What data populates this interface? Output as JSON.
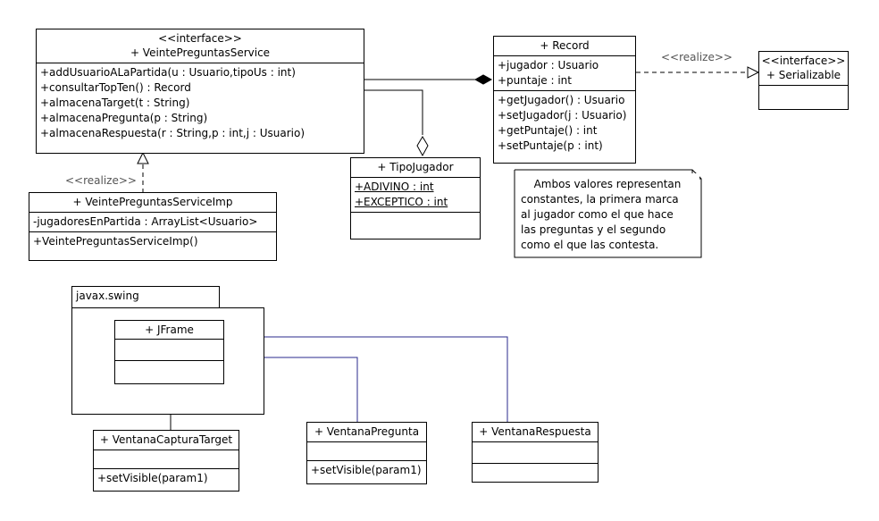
{
  "service": {
    "stereotype": "<<interface>>",
    "name": "+ VeintePreguntasService",
    "operations": [
      "+addUsuarioALaPartida(u : Usuario,tipoUs : int)",
      "+consultarTopTen() : Record",
      "+almacenaTarget(t : String)",
      "+almacenaPregunta(p : String)",
      "+almacenaRespuesta(r : String,p : int,j : Usuario)"
    ]
  },
  "record": {
    "name": "+ Record",
    "attributes": [
      "+jugador : Usuario",
      "+puntaje : int"
    ],
    "operations": [
      "+getJugador() : Usuario",
      "+setJugador(j : Usuario)",
      "+getPuntaje() : int",
      "+setPuntaje(p : int)"
    ]
  },
  "serializable": {
    "stereotype": "<<interface>>",
    "name": "+ Serializable"
  },
  "tipo_jugador": {
    "name": "+ TipoJugador",
    "attributes": [
      "+ADIVINO : int",
      "+EXCEPTICO : int"
    ]
  },
  "service_imp": {
    "name": "+ VeintePreguntasServiceImp",
    "attributes": [
      "-jugadoresEnPartida : ArrayList<Usuario>"
    ],
    "operations": [
      "+VeintePreguntasServiceImp()"
    ]
  },
  "note": {
    "lines": [
      "Ambos valores representan",
      "constantes, la primera marca",
      "al jugador como el que hace",
      "las preguntas y el segundo",
      "como el que las contesta."
    ]
  },
  "realize_labels": {
    "record_serializable": "<<realize>>",
    "imp_service": "<<realize>>"
  },
  "package": {
    "name": "javax.swing",
    "jframe": {
      "name": "+ JFrame"
    }
  },
  "ventana_captura": {
    "name": "+ VentanaCapturaTarget",
    "operations": [
      "+setVisible(param1)"
    ]
  },
  "ventana_pregunta": {
    "name": "+ VentanaPregunta",
    "operations": [
      "+setVisible(param1)"
    ]
  },
  "ventana_respuesta": {
    "name": "+ VentanaRespuesta"
  },
  "colors": {
    "line": "#000000",
    "swing_generalization": "#2a2a8c",
    "label": "#555555"
  }
}
